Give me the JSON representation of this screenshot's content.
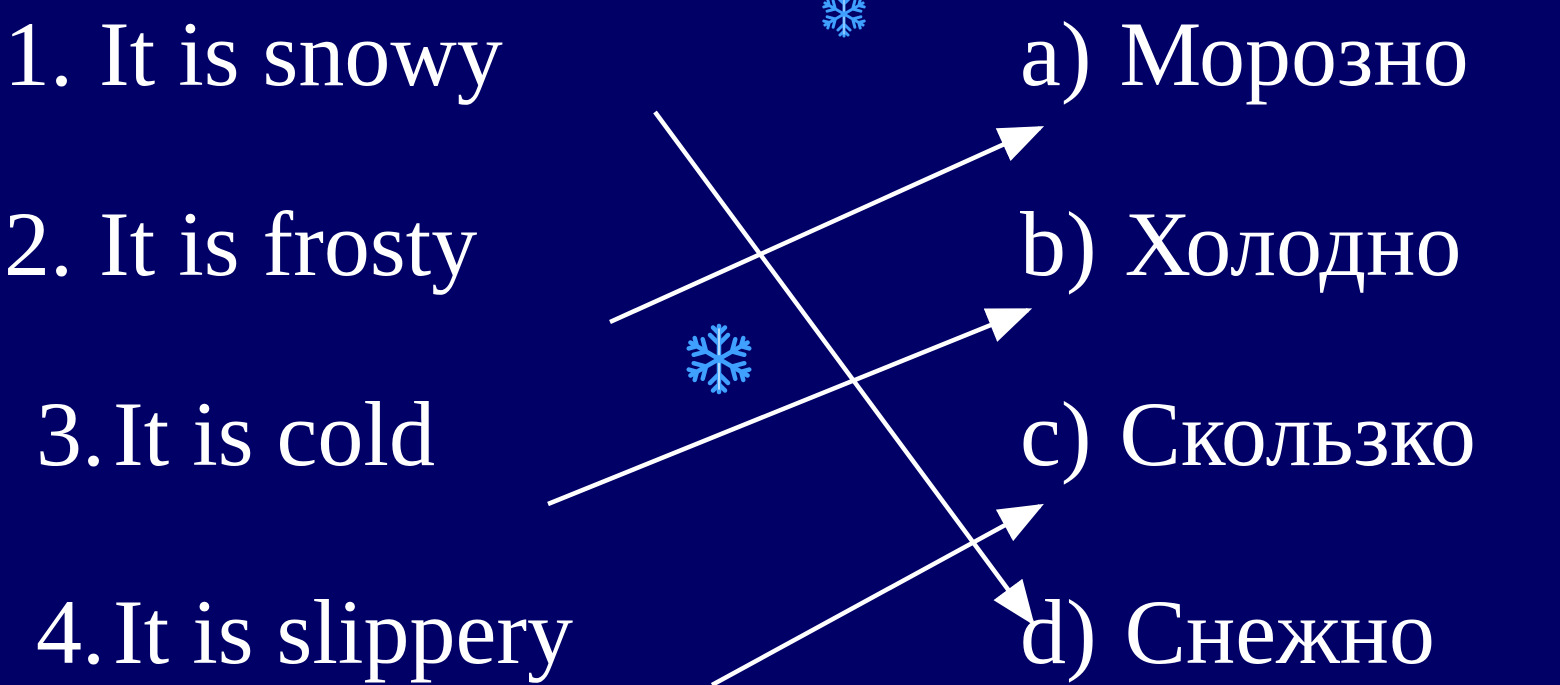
{
  "left_items": [
    {
      "number": "1.",
      "text": "It is snowy"
    },
    {
      "number": "2.",
      "text": "It is frosty"
    },
    {
      "number": "3.",
      "text": "It is cold"
    },
    {
      "number": "4.",
      "text": "It is slippery"
    }
  ],
  "right_items": [
    {
      "letter": "a)",
      "text": "Морозно"
    },
    {
      "letter": "b)",
      "text": "Холодно"
    },
    {
      "letter": "c)",
      "text": "Скользко"
    },
    {
      "letter": "d)",
      "text": "Снежно"
    }
  ],
  "matches": [
    {
      "from": "1",
      "to": "d"
    },
    {
      "from": "2",
      "to": "a"
    },
    {
      "from": "3",
      "to": "b"
    },
    {
      "from": "4",
      "to": "c"
    }
  ],
  "colors": {
    "background": "#000066",
    "text": "#ffffff",
    "arrow": "#ffffff",
    "snowflake": "#3fa0ff"
  },
  "icons": [
    "snowflake-icon",
    "snowflake-icon"
  ]
}
